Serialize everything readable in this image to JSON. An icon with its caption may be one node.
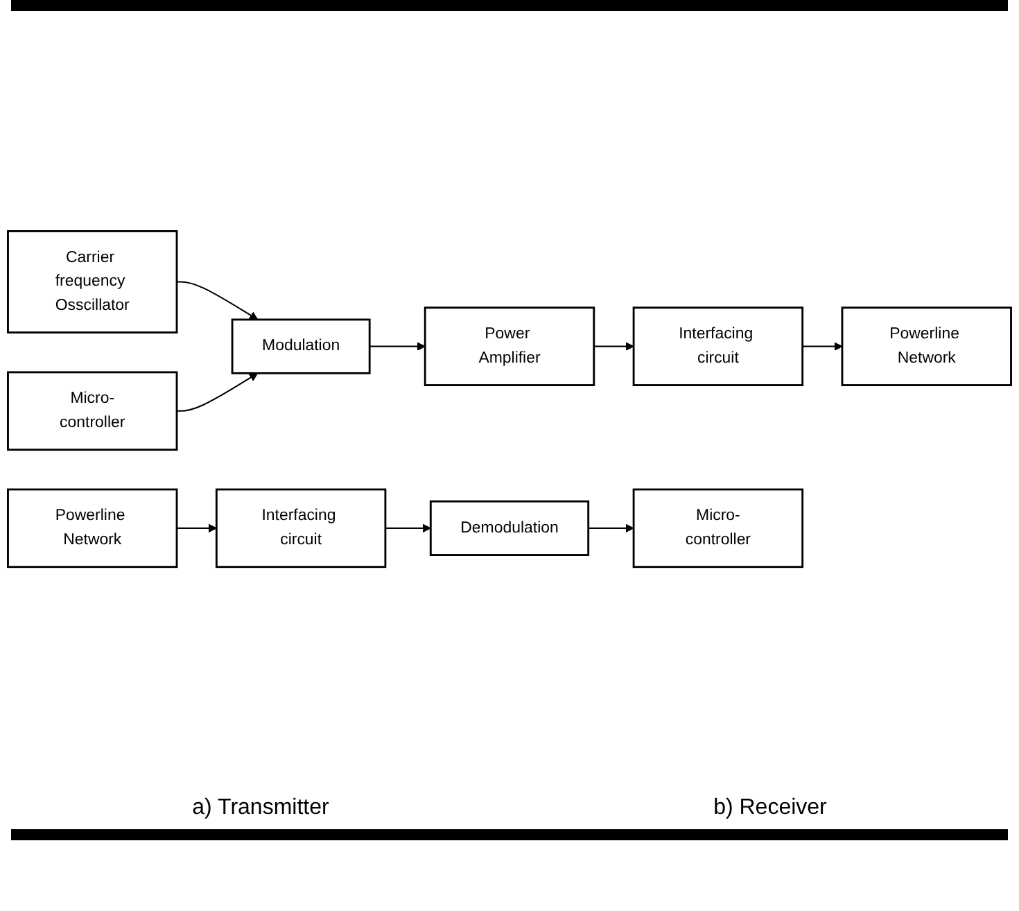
{
  "diagram": {
    "nodes": [
      {
        "text": [
          "Carrier frequency Osscillator"
        ]
      },
      {
        "text": [
          "Micro-controller"
        ]
      },
      {
        "text": [
          "Modulation"
        ]
      },
      {
        "text": [
          "Power Amplifier"
        ]
      },
      {
        "text": [
          "Interfacing circuit"
        ]
      },
      {
        "text": [
          "Powerline Network"
        ]
      },
      {
        "text": [
          "Powerline Network"
        ]
      },
      {
        "text": [
          "Interfacing circuit"
        ]
      },
      {
        "text": [
          "Demodulation"
        ]
      },
      {
        "text": [
          "Micro-controller"
        ]
      }
    ],
    "edges": [
      {
        "from": 0,
        "to": 2,
        "arrow": "to"
      },
      {
        "from": 1,
        "to": 2,
        "arrow": "to"
      },
      {
        "from": 2,
        "to": 3,
        "arrow": "to"
      },
      {
        "from": 3,
        "to": 4,
        "arrow": "to"
      },
      {
        "from": 4,
        "to": 5,
        "arrow": "to"
      },
      {
        "from": 6,
        "to": 7,
        "arrow": "to"
      },
      {
        "from": 7,
        "to": 8,
        "arrow": "to"
      },
      {
        "from": 8,
        "to": 9,
        "arrow": "to"
      }
    ],
    "labels": [
      "a) Transmitter",
      "b) Receiver"
    ]
  }
}
